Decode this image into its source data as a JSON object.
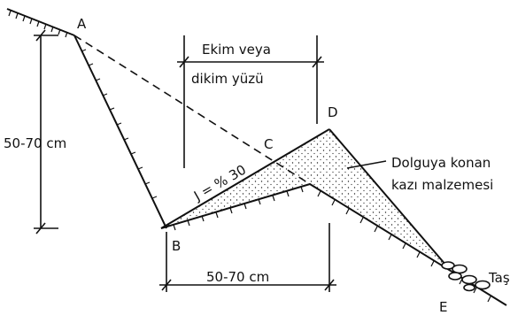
{
  "points": {
    "a": "A",
    "b": "B",
    "c": "C",
    "d": "D",
    "e": "E"
  },
  "labels": {
    "height": "50-70 cm",
    "width": "50-70 cm",
    "planting_face_line1": "Ekim veya",
    "planting_face_line2": "dikim yüzü",
    "slope": "J = % 30",
    "fill_line1": "Dolguya konan",
    "fill_line2": "kazı malzemesi",
    "stones": "Taş"
  },
  "colors": {
    "ink": "#111111",
    "background": "#ffffff"
  }
}
